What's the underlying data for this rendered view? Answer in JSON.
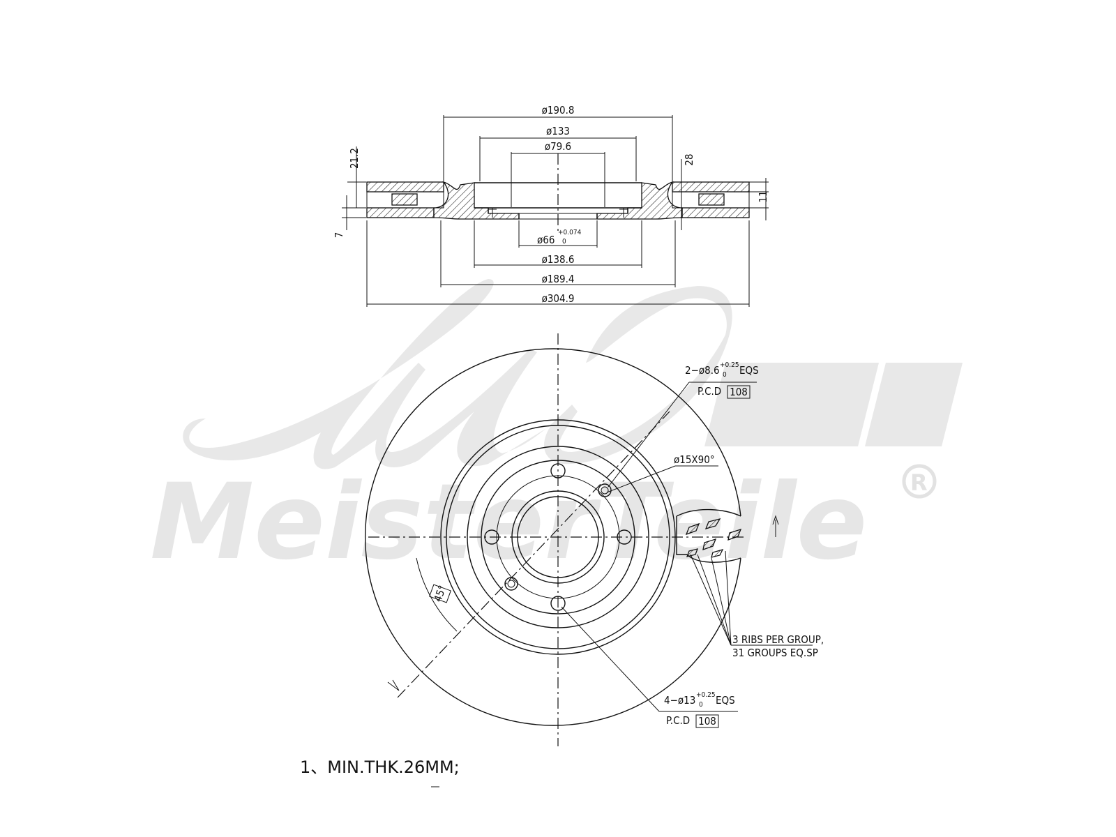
{
  "section_view": {
    "top_dims": [
      "ø190.8",
      "ø133",
      "ø79.6"
    ],
    "bottom_dims": [
      "ø66",
      "ø138.6",
      "ø189.4",
      "ø304.9"
    ],
    "bore_tol_upper": "+0.074",
    "bore_tol_lower": "0",
    "height_left_top": "21.2",
    "height_left_bottom": "7",
    "height_right_top": "28",
    "height_right_bottom": "11"
  },
  "plan_view": {
    "callout_small_holes": {
      "prefix": "2−ø8.6",
      "tol_upper": "+0.25",
      "tol_lower": "0",
      "suffix": "EQS",
      "pcd_label": "P.C.D",
      "pcd_value": "108"
    },
    "callout_chamfer": "ø15X90°",
    "callout_bolt_holes": {
      "prefix": "4−ø13",
      "tol_upper": "+0.25",
      "tol_lower": "0",
      "suffix": "EQS",
      "pcd_label": "P.C.D",
      "pcd_value": "108"
    },
    "angle_label": "45°",
    "ribs_line1": "3 RIBS PER GROUP,",
    "ribs_line2": "31 GROUPS EQ.SP"
  },
  "notes": [
    "1、MIN.THK.26MM;"
  ],
  "watermark": {
    "brand": "A.M. MeisterTeile",
    "registered": "R"
  }
}
